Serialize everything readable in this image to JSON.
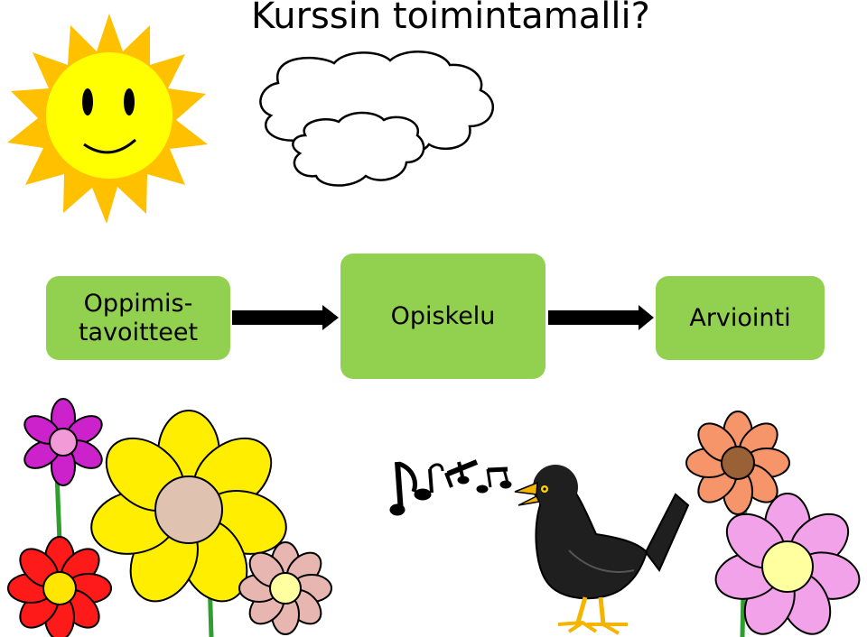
{
  "title": "Kurssin toimintamalli?",
  "steps": [
    {
      "label": "Oppimis-\ntavoitteet"
    },
    {
      "label": "Opiskelu"
    },
    {
      "label": "Arviointi"
    }
  ],
  "colors": {
    "box_fill": "#92d050",
    "sun_rays": "#ffc000",
    "sun_face": "#ffff00",
    "bird_body": "#1f1f1f",
    "bird_beak": "#f4b400"
  }
}
